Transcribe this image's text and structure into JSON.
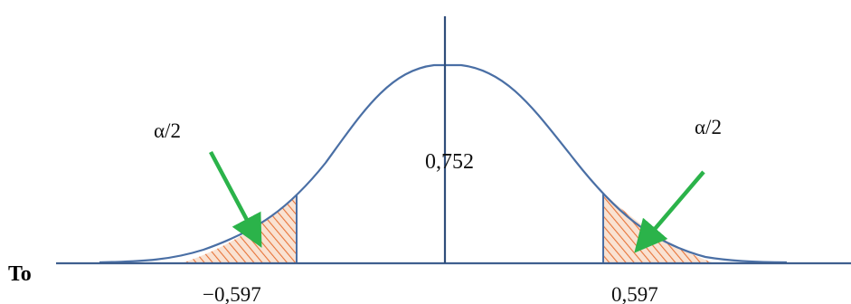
{
  "diagram": {
    "description_labels": {
      "left_alpha": "α/2",
      "right_alpha": "α/2",
      "center_value": "0,752",
      "left_critical": "−0,597",
      "right_critical": "0,597",
      "cut_text": "To"
    },
    "colors": {
      "curve": "#4a6fa5",
      "axis": "#3f5f8f",
      "shade_fill": "#f7d9c4",
      "hatch": "#e8743a",
      "arrow": "#2bb34a"
    }
  }
}
